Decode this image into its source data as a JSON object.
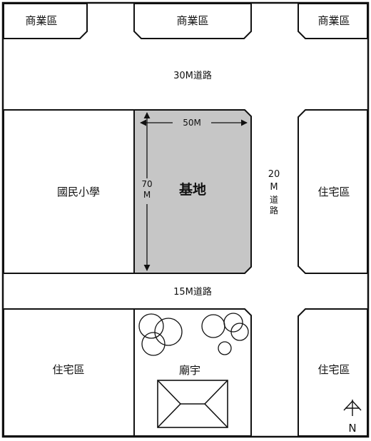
{
  "labels": {
    "commercial_left": "商業區",
    "commercial_center": "商業區",
    "commercial_right": "商業區",
    "road_30m": "30M道路",
    "school": "國民小學",
    "site": "基地",
    "width_dim": "50M",
    "height_dim_value": "70",
    "height_dim_unit": "M",
    "road_20m_value": "20",
    "road_20m_unit": "M",
    "road_20m_char1": "道",
    "road_20m_char2": "路",
    "residential_east_upper": "住宅區",
    "road_15m": "15M道路",
    "residential_southwest": "住宅區",
    "temple": "廟宇",
    "residential_southeast": "住宅區",
    "north": "N"
  },
  "colors": {
    "site_fill": "#c6c6c6",
    "line": "#111111",
    "background": "#ffffff"
  },
  "icons": [
    "north-arrow-icon",
    "tree-icon",
    "temple-roof-icon"
  ]
}
